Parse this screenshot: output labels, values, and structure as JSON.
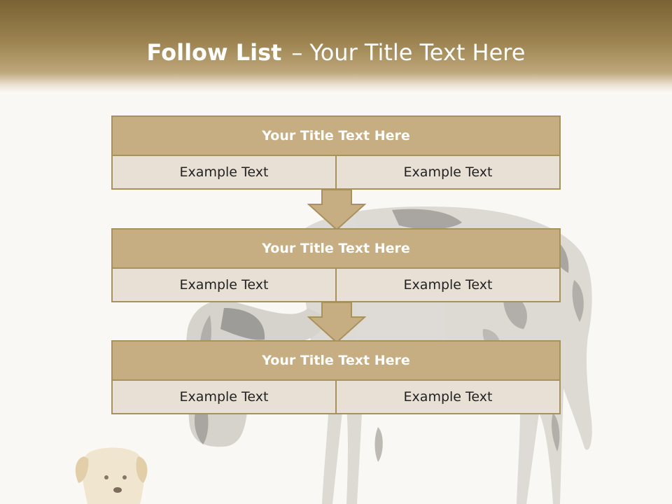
{
  "slide": {
    "title_bold": "Follow List",
    "title_dash": "–",
    "title_rest": "Your Title Text Here"
  },
  "steps": [
    {
      "title": "Your Title Text Here",
      "left_text": "Example Text",
      "right_text": "Example Text"
    },
    {
      "title": "Your Title Text Here",
      "left_text": "Example Text",
      "right_text": "Example Text"
    },
    {
      "title": "Your Title Text Here",
      "left_text": "Example Text",
      "right_text": "Example Text"
    }
  ],
  "colors": {
    "header_top": "#7a6234",
    "box_title_fill": "#c6ae82",
    "box_cell_fill": "#e9e0d5",
    "border": "#a8915c",
    "background": "#faf8f4"
  }
}
